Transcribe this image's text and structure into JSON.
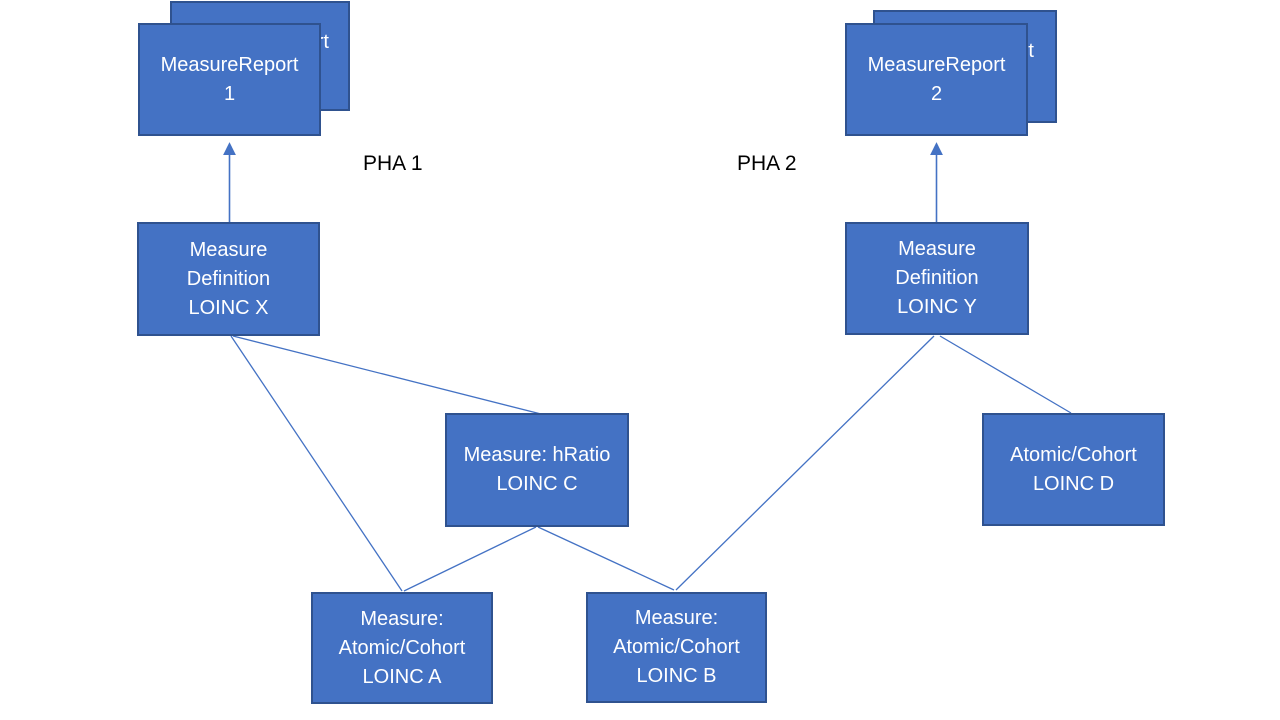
{
  "colors": {
    "box_fill": "#4472C4",
    "box_border": "#2F528F",
    "connector": "#4472C4",
    "node_text": "#FFFFFF",
    "label_text": "#000000",
    "background": "#FFFFFF"
  },
  "nodes": {
    "report1_back": {
      "label": "MeasureReport",
      "note_visible_fragment": "rt"
    },
    "report1": {
      "label": "MeasureReport\n1"
    },
    "report2_back": {
      "label": "MeasureReport",
      "note_visible_fragment": "rt"
    },
    "report2": {
      "label": "MeasureReport\n2"
    },
    "def_x": {
      "label": "Measure\nDefinition\nLOINC X"
    },
    "def_y": {
      "label": "Measure\nDefinition\nLOINC Y"
    },
    "hratio_c": {
      "label": "Measure: hRatio\nLOINC C"
    },
    "atomic_d": {
      "label": "Atomic/Cohort\nLOINC D"
    },
    "atomic_a": {
      "label": "Measure:\nAtomic/Cohort\nLOINC A"
    },
    "atomic_b": {
      "label": "Measure:\nAtomic/Cohort\nLOINC B"
    }
  },
  "labels": {
    "pha1": "PHA 1",
    "pha2": "PHA 2"
  },
  "connections": [
    {
      "from": "measure-definition-loinc-x",
      "to": "measure-report-1",
      "arrow": true
    },
    {
      "from": "measure-definition-loinc-y",
      "to": "measure-report-2",
      "arrow": true
    },
    {
      "from": "measure-definition-loinc-x",
      "to": "measure-hratio-loinc-c",
      "arrow": false
    },
    {
      "from": "measure-definition-loinc-x",
      "to": "measure-atomic-cohort-loinc-a",
      "arrow": false
    },
    {
      "from": "measure-hratio-loinc-c",
      "to": "measure-atomic-cohort-loinc-a",
      "arrow": false
    },
    {
      "from": "measure-hratio-loinc-c",
      "to": "measure-atomic-cohort-loinc-b",
      "arrow": false
    },
    {
      "from": "measure-definition-loinc-y",
      "to": "measure-atomic-cohort-loinc-b",
      "arrow": false
    },
    {
      "from": "measure-definition-loinc-y",
      "to": "atomic-cohort-loinc-d",
      "arrow": false
    }
  ]
}
